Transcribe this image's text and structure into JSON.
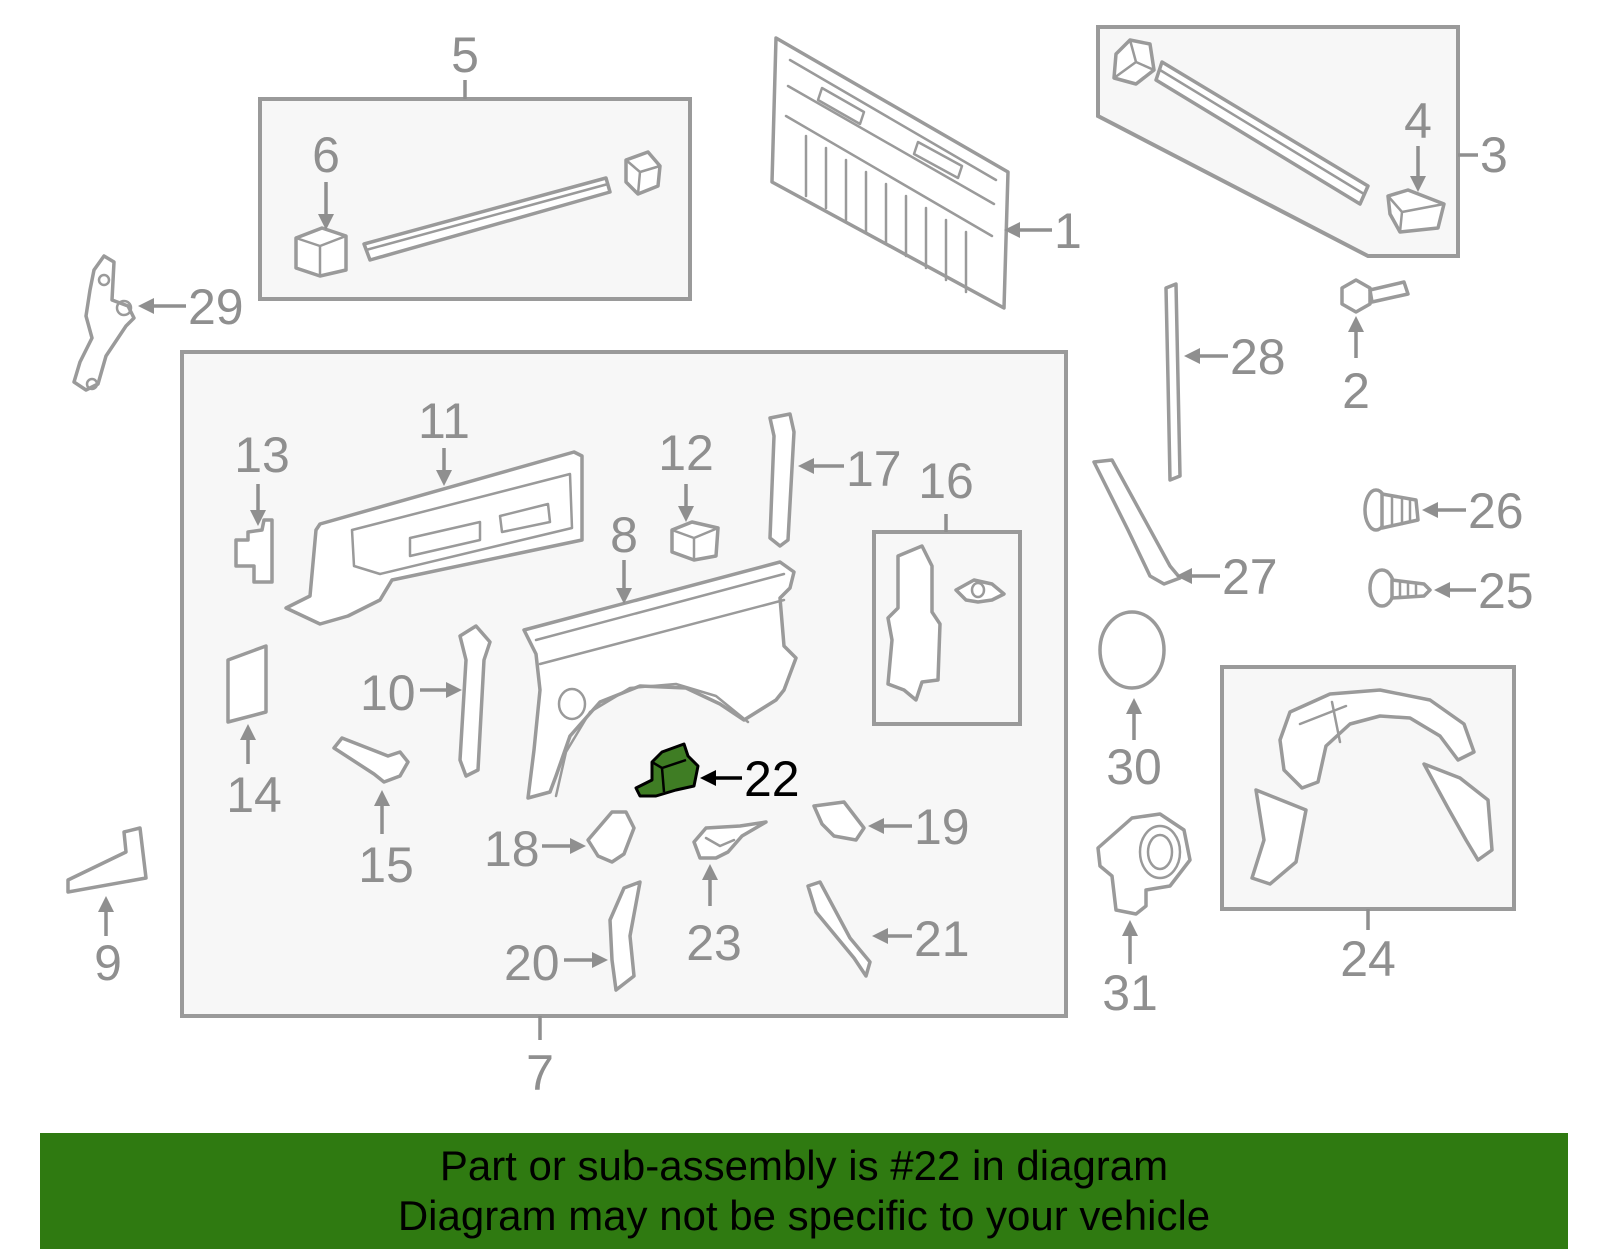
{
  "callouts": {
    "c1": "1",
    "c2": "2",
    "c3": "3",
    "c4": "4",
    "c5": "5",
    "c6": "6",
    "c7": "7",
    "c8": "8",
    "c9": "9",
    "c10": "10",
    "c11": "11",
    "c12": "12",
    "c13": "13",
    "c14": "14",
    "c15": "15",
    "c16": "16",
    "c17": "17",
    "c18": "18",
    "c19": "19",
    "c20": "20",
    "c21": "21",
    "c22": "22",
    "c23": "23",
    "c24": "24",
    "c25": "25",
    "c26": "26",
    "c27": "27",
    "c28": "28",
    "c29": "29",
    "c30": "30",
    "c31": "31"
  },
  "highlighted_part": "22",
  "colors": {
    "highlight_fill": "#3f7d24",
    "banner_background": "#2f7a11",
    "line_gray": "#9a9a9a",
    "box_fill": "#f7f7f7"
  },
  "banner": {
    "line1": "Part or sub-assembly is #22 in diagram",
    "line2": "Diagram may not be specific to your vehicle"
  }
}
